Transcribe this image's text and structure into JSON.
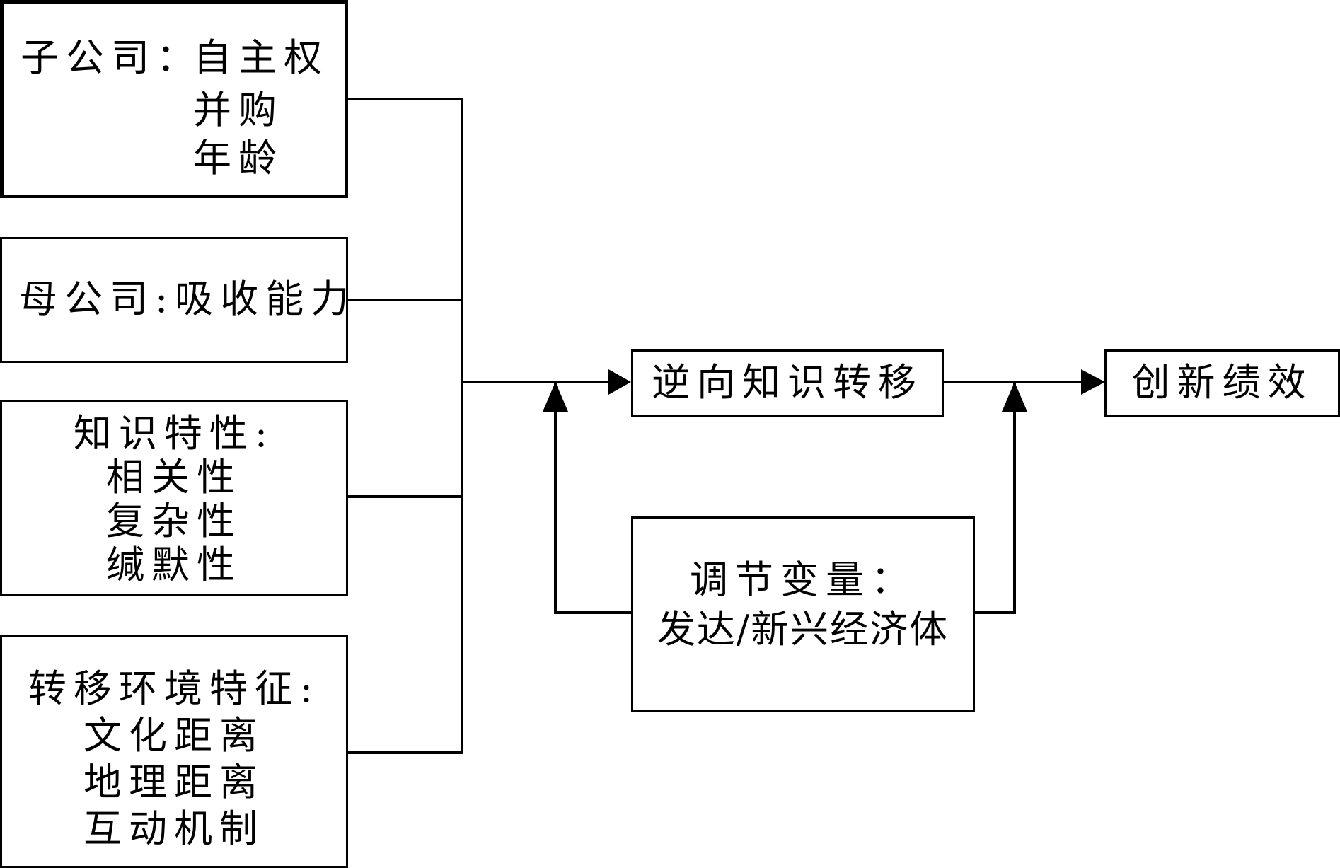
{
  "factors": {
    "subsidiary": {
      "label": "子公司：",
      "items": [
        "自主权",
        "并购",
        "年龄"
      ]
    },
    "parent": {
      "text": "母公司:吸收能力"
    },
    "knowledge": {
      "title": "知识特性:",
      "items": [
        "相关性",
        "复杂性",
        "缄默性"
      ]
    },
    "environment": {
      "title": "转移环境特征:",
      "items": [
        "文化距离",
        "地理距离",
        "互动机制"
      ]
    }
  },
  "reverse_transfer": {
    "text": "逆向知识转移"
  },
  "innovation": {
    "text": "创新绩效"
  },
  "moderator": {
    "title": "调节变量：",
    "value": "发达/新兴经济体"
  }
}
